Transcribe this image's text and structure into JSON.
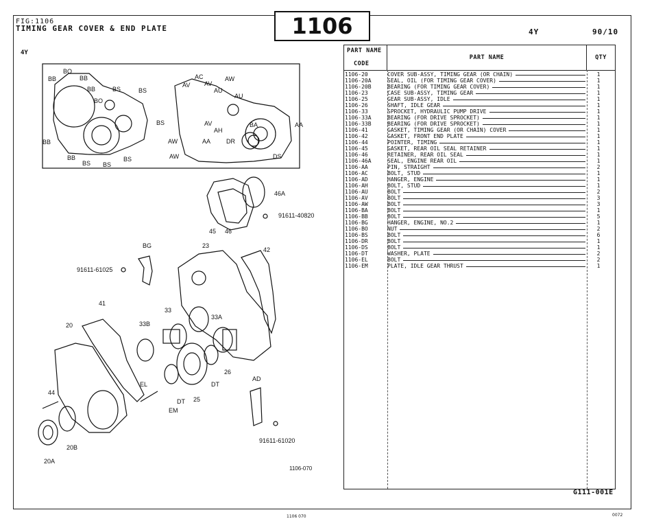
{
  "header": {
    "fig_id": "FIG:1106",
    "title": "TIMING GEAR COVER & END PLATE",
    "fig_number": "1106",
    "model": "4Y",
    "date": "90/10"
  },
  "left_model": "4Y",
  "diagram": {
    "labels_inset_left": [
      "BO",
      "BB",
      "BB",
      "BB",
      "BS",
      "BS",
      "BO",
      "BS",
      "BB",
      "BB",
      "BS",
      "BS",
      "BS"
    ],
    "labels_inset_right": [
      "AC",
      "AV",
      "AV",
      "AW",
      "AU",
      "AU",
      "AV",
      "AA",
      "AH",
      "BA",
      "AW",
      "DR",
      "AA",
      "AW",
      "DS"
    ],
    "labels_exploded": [
      "46A",
      "91611-40820",
      "45",
      "46",
      "23",
      "42",
      "BG",
      "91611-61025",
      "41",
      "33",
      "33A",
      "20",
      "33B",
      "26",
      "DT",
      "DT",
      "25",
      "EL",
      "EM",
      "AD",
      "44",
      "20B",
      "20A",
      "91611-61020"
    ],
    "diagram_ref": "1106-070"
  },
  "table": {
    "col_code_top": "PART NAME",
    "col_code_bottom": "CODE",
    "col_name": "PART  NAME",
    "col_qty": "QTY",
    "rows": [
      {
        "code": "1106-20",
        "name": "COVER SUB-ASSY, TIMING GEAR (OR CHAIN)",
        "qty": "1"
      },
      {
        "code": "1106-20A",
        "name": "SEAL, OIL (FOR TIMING GEAR COVER)",
        "qty": "1"
      },
      {
        "code": "1106-20B",
        "name": "BEARING (FOR TIMING GEAR COVER)",
        "qty": "1"
      },
      {
        "code": "1106-23",
        "name": "CASE SUB-ASSY, TIMING GEAR",
        "qty": "1"
      },
      {
        "code": "1106-25",
        "name": "GEAR SUB-ASSY, IDLE",
        "qty": "1"
      },
      {
        "code": "1106-26",
        "name": "SHAFT, IDLE GEAR",
        "qty": "1"
      },
      {
        "code": "1106-33",
        "name": "SPROCKET, HYDRAULIC PUMP DRIVE",
        "qty": "1"
      },
      {
        "code": "1106-33A",
        "name": "BEARING (FOR DRIVE SPROCKET)",
        "qty": "1"
      },
      {
        "code": "1106-33B",
        "name": "BEARING (FOR DRIVE SPROCKET)",
        "qty": "1"
      },
      {
        "code": "1106-41",
        "name": "GASKET, TIMING GEAR (OR CHAIN) COVER",
        "qty": "1"
      },
      {
        "code": "1106-42",
        "name": "GASKET, FRONT END PLATE",
        "qty": "1"
      },
      {
        "code": "1106-44",
        "name": "POINTER, TIMING",
        "qty": "1"
      },
      {
        "code": "1106-45",
        "name": "GASKET, REAR OIL SEAL RETAINER",
        "qty": "1"
      },
      {
        "code": "1106-46",
        "name": "RETAINER, REAR OIL SEAL",
        "qty": "1"
      },
      {
        "code": "1106-46A",
        "name": "SEAL, ENGINE REAR OIL",
        "qty": "1"
      },
      {
        "code": "1106-AA",
        "name": "PIN, STRAIGHT",
        "qty": "2"
      },
      {
        "code": "1106-AC",
        "name": "BOLT, STUD",
        "qty": "1"
      },
      {
        "code": "1106-AD",
        "name": "HANGER, ENGINE",
        "qty": "1"
      },
      {
        "code": "1106-AH",
        "name": "BOLT, STUD",
        "qty": "1"
      },
      {
        "code": "1106-AU",
        "name": "BOLT",
        "qty": "2"
      },
      {
        "code": "1106-AV",
        "name": "BOLT",
        "qty": "3"
      },
      {
        "code": "1106-AW",
        "name": "BOLT",
        "qty": "3"
      },
      {
        "code": "1106-BA",
        "name": "BOLT",
        "qty": "1"
      },
      {
        "code": "1106-BB",
        "name": "BOLT",
        "qty": "5"
      },
      {
        "code": "1106-BG",
        "name": "HANGER, ENGINE, NO.2",
        "qty": "1"
      },
      {
        "code": "1106-BO",
        "name": "NUT",
        "qty": "2"
      },
      {
        "code": "1106-BS",
        "name": "BOLT",
        "qty": "6"
      },
      {
        "code": "1106-DR",
        "name": "BOLT",
        "qty": "1"
      },
      {
        "code": "1106-DS",
        "name": "BOLT",
        "qty": "1"
      },
      {
        "code": "1106-DT",
        "name": "WASHER, PLATE",
        "qty": "2"
      },
      {
        "code": "1106-EL",
        "name": "BOLT",
        "qty": "2"
      },
      {
        "code": "1106-EM",
        "name": "PLATE, IDLE GEAR THRUST",
        "qty": "1"
      }
    ]
  },
  "footer": {
    "code": "G111-001E",
    "bottom_left": "1106 070",
    "bottom_right": "0072"
  }
}
